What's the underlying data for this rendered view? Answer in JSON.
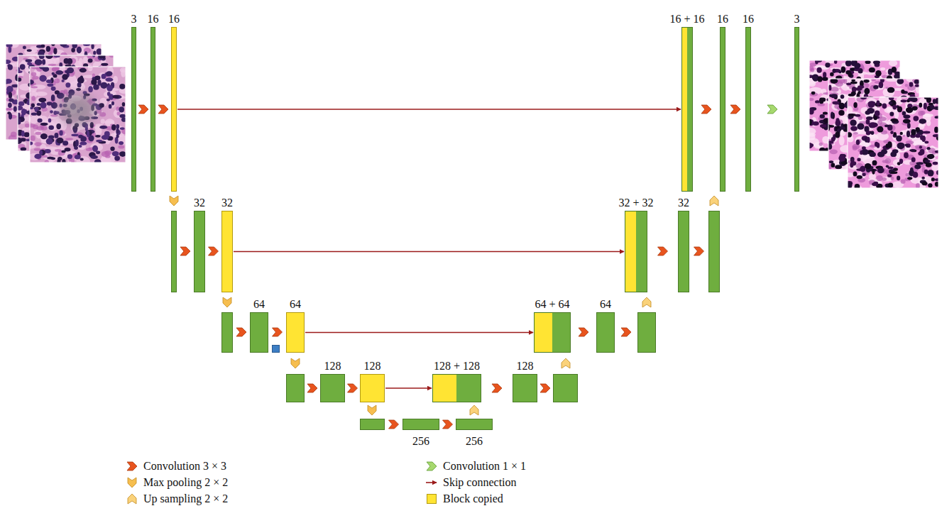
{
  "diagram": {
    "nodes": [
      {
        "text": [
          "3"
        ]
      },
      {
        "text": [
          "16"
        ]
      },
      {
        "text": [
          "16"
        ]
      },
      {
        "text": [
          "16 + 16"
        ]
      },
      {
        "text": [
          "16"
        ]
      },
      {
        "text": [
          "16"
        ]
      },
      {
        "text": [
          "3"
        ]
      },
      {
        "text": [
          "32"
        ]
      },
      {
        "text": [
          "32"
        ]
      },
      {
        "text": [
          "32 + 32"
        ]
      },
      {
        "text": [
          "32"
        ]
      },
      {
        "text": [
          "64"
        ]
      },
      {
        "text": [
          "64"
        ]
      },
      {
        "text": [
          "64 + 64"
        ]
      },
      {
        "text": [
          "64"
        ]
      },
      {
        "text": [
          "128"
        ]
      },
      {
        "text": [
          "128"
        ]
      },
      {
        "text": [
          "128 + 128"
        ]
      },
      {
        "text": [
          "128"
        ]
      },
      {
        "text": [
          "256"
        ]
      },
      {
        "text": [
          "256"
        ]
      }
    ],
    "edges": [
      {
        "from": 2,
        "to": 3,
        "arrow": "to"
      },
      {
        "from": 8,
        "to": 9,
        "arrow": "to"
      },
      {
        "from": 12,
        "to": 13,
        "arrow": "to"
      },
      {
        "from": 16,
        "to": 17,
        "arrow": "to"
      }
    ],
    "legend": [
      {
        "text": "Convolution 3 × 3"
      },
      {
        "text": "Max pooling 2 × 2"
      },
      {
        "text": "Up sampling 2 × 2"
      },
      {
        "text": "Convolution 1 × 1"
      },
      {
        "text": "Skip connection"
      },
      {
        "text": "Block copied",
        "color": "#FFE433"
      }
    ]
  }
}
